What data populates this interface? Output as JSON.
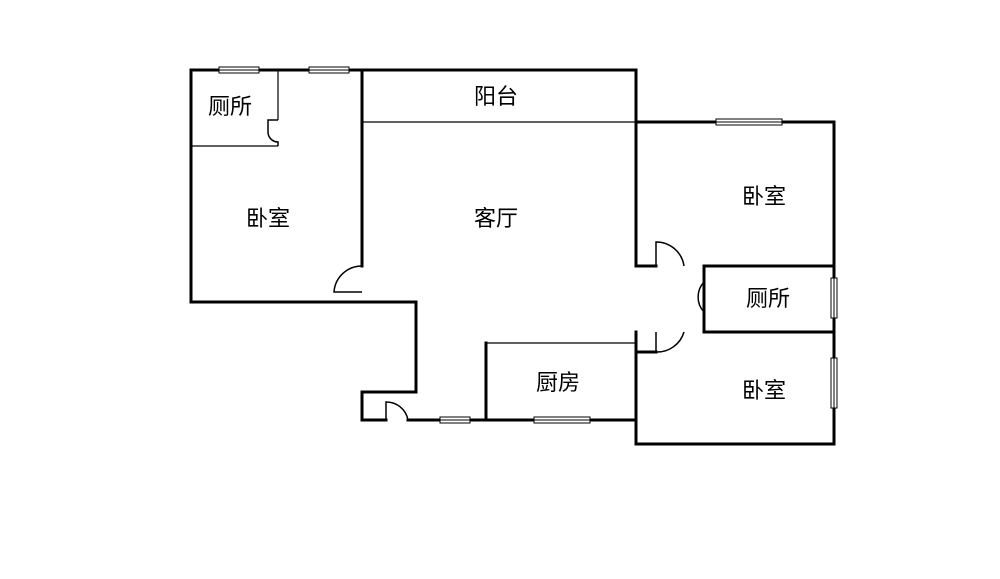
{
  "rooms": {
    "toilet_top_left": "厕所",
    "bedroom_left": "卧室",
    "balcony": "阳台",
    "living_room": "客厅",
    "bedroom_right_top": "卧室",
    "toilet_right": "厕所",
    "kitchen": "厨房",
    "bedroom_right_bottom": "卧室"
  },
  "colors": {
    "wall": "#000000",
    "background": "#ffffff"
  }
}
